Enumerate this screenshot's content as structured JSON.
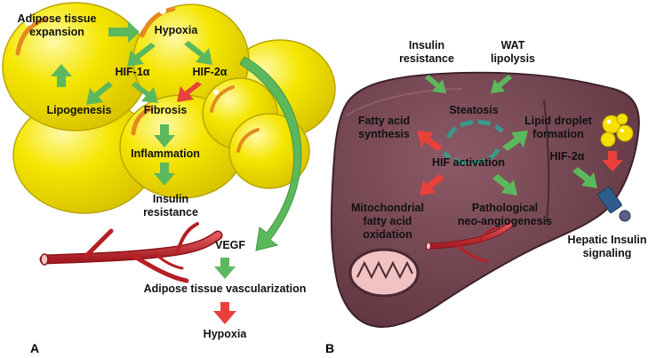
{
  "panel_a": {
    "letter": "A",
    "labels": {
      "adipose_expansion": [
        "Adipose tissue",
        "expansion"
      ],
      "hypoxia_top": "Hypoxia",
      "hif1a": "HIF-1α",
      "hif2a": "HIF-2α",
      "lipogenesis": "Lipogenesis",
      "fibrosis": "Fibrosis",
      "inflammation": "Inflammation",
      "insulin_resistance": [
        "Insulin",
        "resistance"
      ],
      "vegf": "VEGF",
      "vascularization": "Adipose tissue vascularization",
      "hypoxia_bottom": "Hypoxia"
    }
  },
  "panel_b": {
    "letter": "B",
    "labels": {
      "insulin_resistance": [
        "Insulin",
        "resistance"
      ],
      "wat_lipolysis": [
        "WAT",
        "lipolysis"
      ],
      "steatosis": "Steatosis",
      "fatty_acid_synthesis": [
        "Fatty acid",
        "synthesis"
      ],
      "lipid_droplet_formation": [
        "Lipid droplet",
        "formation"
      ],
      "hif_activation": "HIF activation",
      "hif2a": "HIF-2α",
      "mito_oxidation": [
        "Mitochondrial",
        "fatty acid",
        "oxidation"
      ],
      "neo_angiogenesis": [
        "Pathological",
        "neo-angiogenesis"
      ],
      "hepatic_insulin_signaling": [
        "Hepatic Insulin",
        "signaling"
      ]
    }
  },
  "colors": {
    "adipocyte_fill": "#f2e400",
    "adipocyte_stroke": "#c9b800",
    "arrow_green": "#5cb85c",
    "arrow_red": "#e8413c",
    "liver_fill": "#7a4a55",
    "vessel_red": "#c0282d"
  }
}
